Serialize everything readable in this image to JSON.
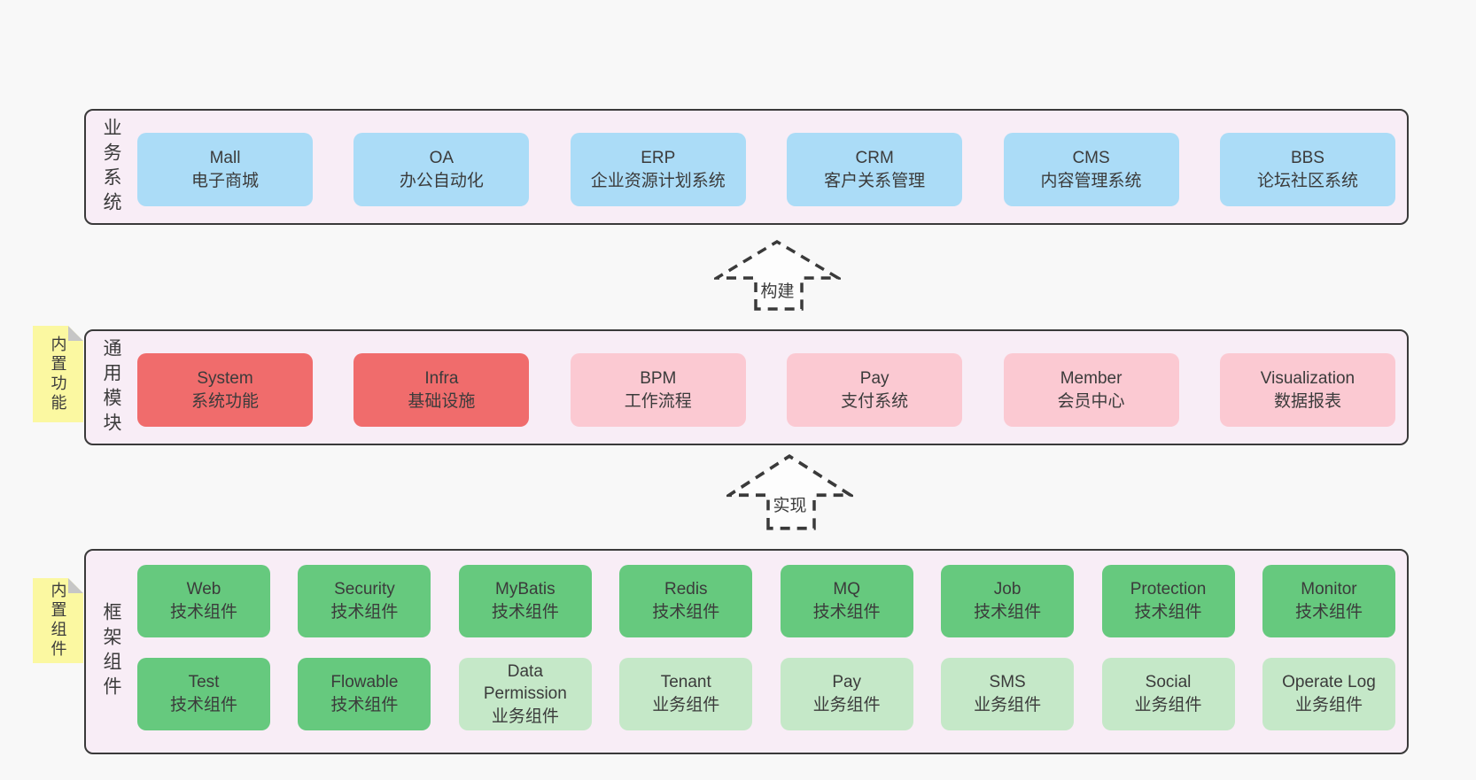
{
  "colors": {
    "pageBg": "#f8f8f8",
    "bandBg": "#f8edf6",
    "border": "#3a3a3a",
    "text": "#3b3b3b",
    "blue": "#abdcf7",
    "red": "#f06c6c",
    "pink": "#fbc9d2",
    "green": "#66c97e",
    "lightgreen": "#c5e8c8",
    "sticky": "#fbf8a1",
    "fold": "#c6c6c6"
  },
  "bands": [
    {
      "label": "业务系统",
      "boxes": [
        {
          "title": "Mall",
          "subtitle": "电子商城",
          "variant": "blue"
        },
        {
          "title": "OA",
          "subtitle": "办公自动化",
          "variant": "blue"
        },
        {
          "title": "ERP",
          "subtitle": "企业资源计划系统",
          "variant": "blue"
        },
        {
          "title": "CRM",
          "subtitle": "客户关系管理",
          "variant": "blue"
        },
        {
          "title": "CMS",
          "subtitle": "内容管理系统",
          "variant": "blue"
        },
        {
          "title": "BBS",
          "subtitle": "论坛社区系统",
          "variant": "blue"
        }
      ]
    },
    {
      "label": "通用模块",
      "sticky": "内置功能",
      "boxes": [
        {
          "title": "System",
          "subtitle": "系统功能",
          "variant": "red"
        },
        {
          "title": "Infra",
          "subtitle": "基础设施",
          "variant": "red"
        },
        {
          "title": "BPM",
          "subtitle": "工作流程",
          "variant": "pink"
        },
        {
          "title": "Pay",
          "subtitle": "支付系统",
          "variant": "pink"
        },
        {
          "title": "Member",
          "subtitle": "会员中心",
          "variant": "pink"
        },
        {
          "title": "Visualization",
          "subtitle": "数据报表",
          "variant": "pink"
        }
      ]
    },
    {
      "label": "框架组件",
      "sticky": "内置组件",
      "rows": [
        [
          {
            "title": "Web",
            "subtitle": "技术组件",
            "variant": "green"
          },
          {
            "title": "Security",
            "subtitle": "技术组件",
            "variant": "green"
          },
          {
            "title": "MyBatis",
            "subtitle": "技术组件",
            "variant": "green"
          },
          {
            "title": "Redis",
            "subtitle": "技术组件",
            "variant": "green"
          },
          {
            "title": "MQ",
            "subtitle": "技术组件",
            "variant": "green"
          },
          {
            "title": "Job",
            "subtitle": "技术组件",
            "variant": "green"
          },
          {
            "title": "Protection",
            "subtitle": "技术组件",
            "variant": "green"
          },
          {
            "title": "Monitor",
            "subtitle": "技术组件",
            "variant": "green"
          }
        ],
        [
          {
            "title": "Test",
            "subtitle": "技术组件",
            "variant": "green"
          },
          {
            "title": "Flowable",
            "subtitle": "技术组件",
            "variant": "green"
          },
          {
            "title": "Data Permission",
            "subtitle": "业务组件",
            "variant": "lightgreen"
          },
          {
            "title": "Tenant",
            "subtitle": "业务组件",
            "variant": "lightgreen"
          },
          {
            "title": "Pay",
            "subtitle": "业务组件",
            "variant": "lightgreen"
          },
          {
            "title": "SMS",
            "subtitle": "业务组件",
            "variant": "lightgreen"
          },
          {
            "title": "Social",
            "subtitle": "业务组件",
            "variant": "lightgreen"
          },
          {
            "title": "Operate Log",
            "subtitle": "业务组件",
            "variant": "lightgreen"
          }
        ]
      ]
    }
  ],
  "arrows": [
    {
      "label": "构建"
    },
    {
      "label": "实现"
    }
  ]
}
